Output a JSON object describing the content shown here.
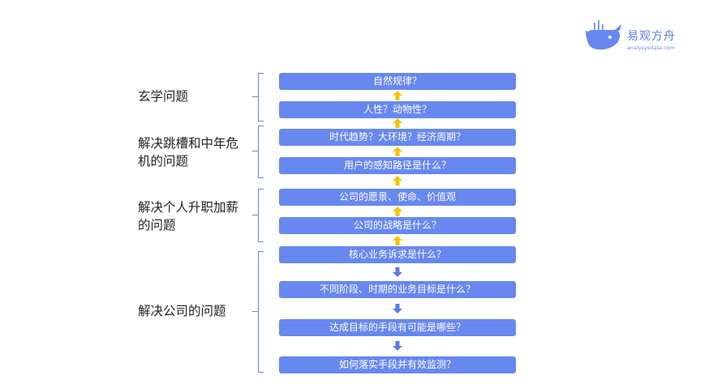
{
  "brand": {
    "name": "易观方舟",
    "url": "analysysdata.com"
  },
  "groups": [
    {
      "label": "玄学问题"
    },
    {
      "label": "解决跳槽和中年危机的问题"
    },
    {
      "label": "解决个人升职加薪的问题"
    },
    {
      "label": "解决公司的问题"
    }
  ],
  "steps": [
    {
      "label": "自然规律？"
    },
    {
      "label": "人性？动物性？"
    },
    {
      "label": "时代趋势？大环境？经济周期？"
    },
    {
      "label": "用户的感知路径是什么？"
    },
    {
      "label": "公司的愿景、使命、价值观"
    },
    {
      "label": "公司的战略是什么？"
    },
    {
      "label": "核心业务诉求是什么？"
    },
    {
      "label": "不同阶段、时期的业务目标是什么？"
    },
    {
      "label": "达成目标的手段有可能是哪些？"
    },
    {
      "label": "如何落实手段并有效监测？"
    }
  ],
  "colors": {
    "box": "#6788ef",
    "arrow_up": "#f5c400",
    "arrow_down": "#5b7be6",
    "bracket": "#6d88d6"
  },
  "icons": {
    "logo": "whale-icon",
    "arrow_up": "up-arrow-icon",
    "arrow_down": "down-arrow-icon"
  }
}
